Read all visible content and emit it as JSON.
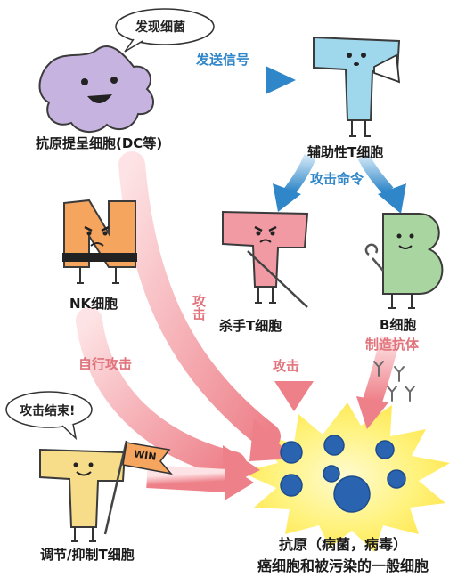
{
  "cells": {
    "dc": {
      "label": "抗原提呈细胞(DC等)",
      "speech": "发现细菌",
      "color": "#c7b3e0"
    },
    "helper_t": {
      "label": "辅助性T细胞",
      "color": "#9fd8ec"
    },
    "nk": {
      "label": "NK细胞",
      "color": "#f5a55e"
    },
    "killer_t": {
      "label": "杀手T细胞",
      "color": "#f29aa4"
    },
    "b_cell": {
      "label": "B细胞",
      "color": "#a9d6a0"
    },
    "regulatory_t": {
      "label": "调节/抑制T细胞",
      "speech": "攻击结束!",
      "flag_text": "WIN",
      "color": "#f7dc8a"
    }
  },
  "arrows": {
    "send_signal": "发送信号",
    "attack_order": "攻击命令",
    "dc_attack": "攻击",
    "self_attack": "自行攻击",
    "killer_attack": "攻击",
    "make_antibody": "制造抗体"
  },
  "target": {
    "line1": "抗原（病菌，病毒）",
    "line2": "癌细胞和被污染的一般细胞"
  },
  "colors": {
    "blue_arrow": "#2f86c8",
    "pink_arrow": "#f2a0a6",
    "burst": "#fff27a",
    "pathogen": "#2a63b0"
  }
}
